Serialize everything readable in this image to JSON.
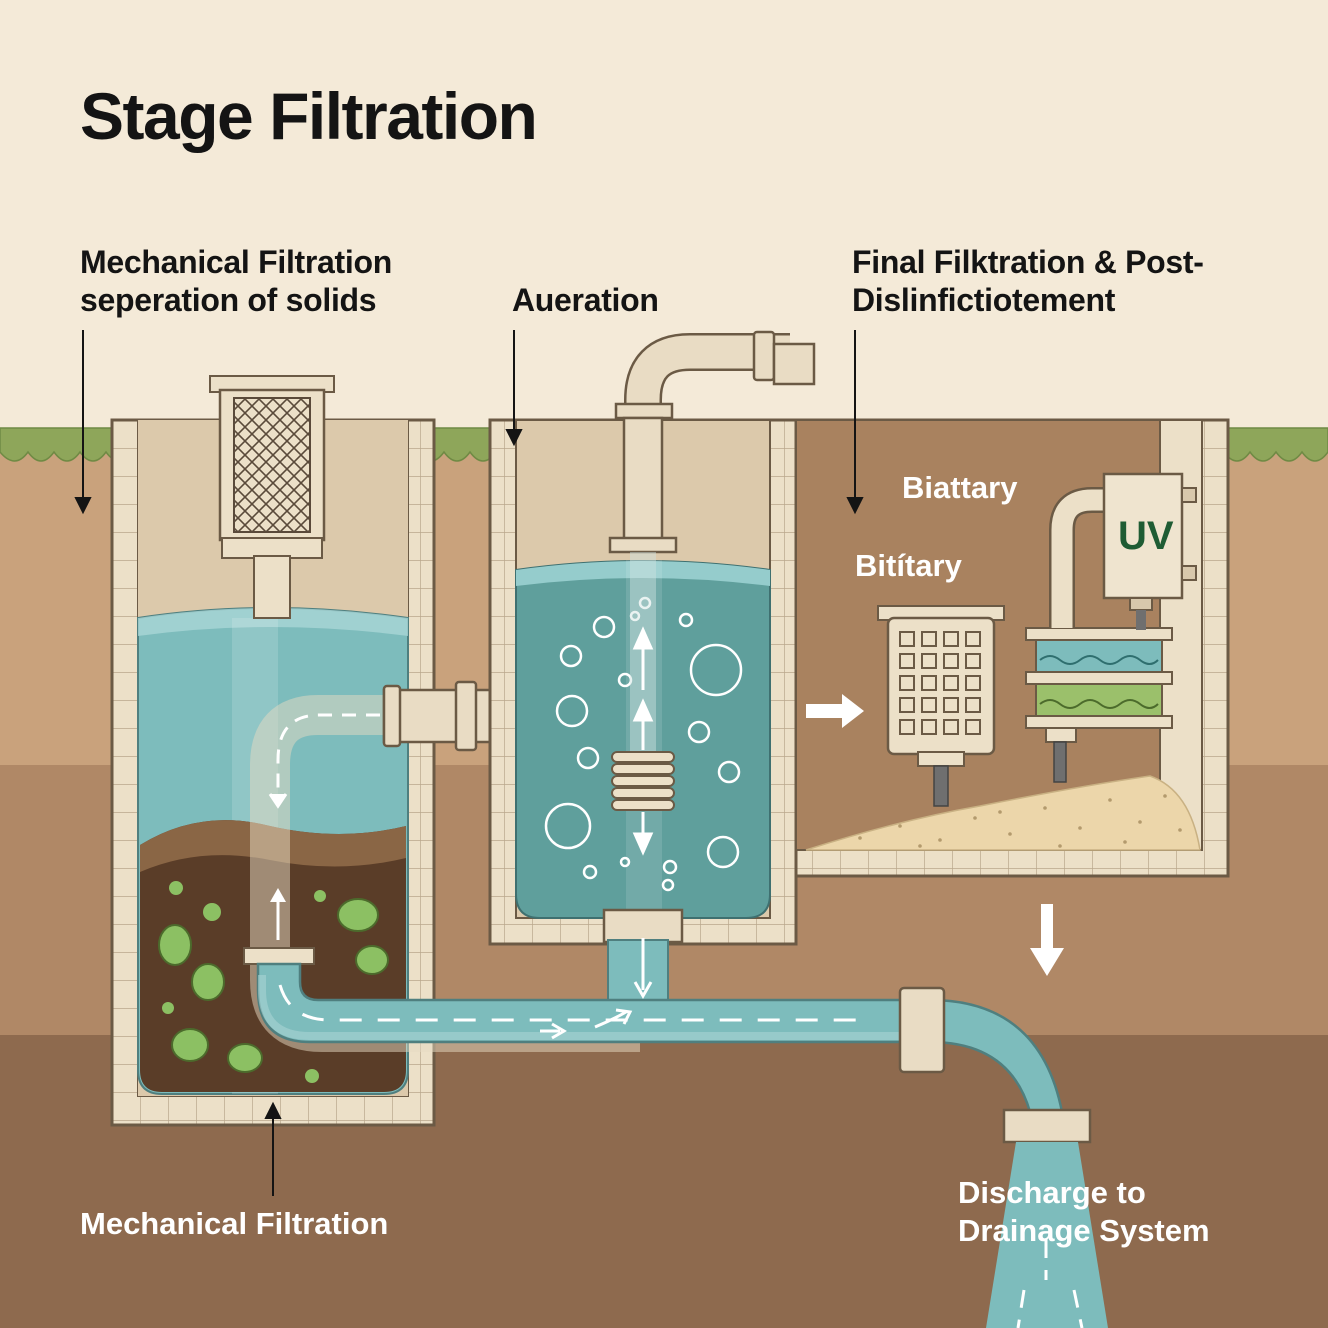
{
  "title": "Stage Filtration",
  "labels": {
    "mechanical_top_line1": "Mechanical Filtration",
    "mechanical_top_line2": "seperation of solids",
    "aeration": "Aueration",
    "final_line1": "Final Filktration & Post-",
    "final_line2": "Dislinfictiotement",
    "biattary": "Biattary",
    "bititary": "Bitítary",
    "uv": "UV",
    "mechanical_bottom": "Mechanical Filtration",
    "discharge_line1": "Discharge to",
    "discharge_line2": "Drainage System"
  },
  "colors": {
    "sky": "#f4ead8",
    "grass": "#8ea65a",
    "soil_top": "#c9a27c",
    "soil_mid": "#b08866",
    "soil_bottom": "#8e6a4e",
    "concrete": "#ece0c8",
    "water": "#7dbcbc",
    "water_dark": "#4f9595",
    "sludge": "#5a3d28",
    "microbe": "#8cc063",
    "sand": "#ecd6aa",
    "pipe": "#e9dcc4",
    "uv_text": "#1f5c34",
    "text_dark": "#141414",
    "text_light": "#ffffff"
  }
}
